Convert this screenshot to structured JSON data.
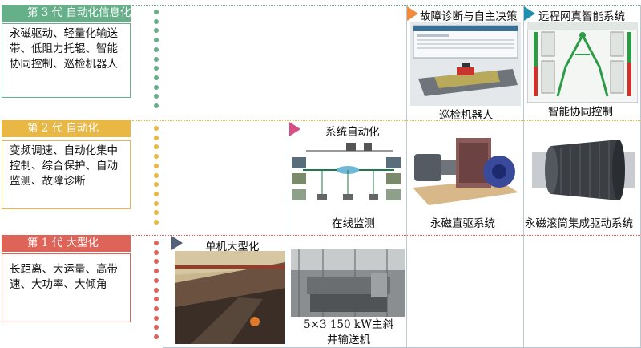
{
  "colors": {
    "gen3": "#66b089",
    "gen2": "#e9b743",
    "gen1": "#de6459",
    "gen3_arrow": "#f08a3c",
    "gen3_arrow2": "#1f8fb0",
    "gen2_arrow": "#d64f86",
    "gen1_arrow": "#53607a"
  },
  "generations": [
    {
      "title": "第 3 代    自动化信息化",
      "description": "永磁驱动、轻量化输送带、低阻力托辊、智能协同控制、巡检机器人"
    },
    {
      "title": "第 2 代    自动化",
      "description": "变频调速、自动化集中控制、综合保护、自动监测、故障诊断"
    },
    {
      "title": "第 1 代    大型化",
      "description": "长距离、大运量、高带速、大功率、大倾角"
    }
  ],
  "cells": {
    "fault_diagnosis_title": "故障诊断与自主决策",
    "inspection_robot_caption": "巡检机器人",
    "remote_sim_title": "远程网真智能系统",
    "coordinated_control_caption": "智能协同控制",
    "system_automation_title": "系统自动化",
    "online_monitoring_caption": "在线监测",
    "pm_direct_drive_caption": "永磁直驱系统",
    "pm_drum_caption": "永磁滚筒集成驱动系统",
    "single_machine_title": "单机大型化",
    "main_incline_caption": "5×3 150 kW主斜井输送机"
  }
}
